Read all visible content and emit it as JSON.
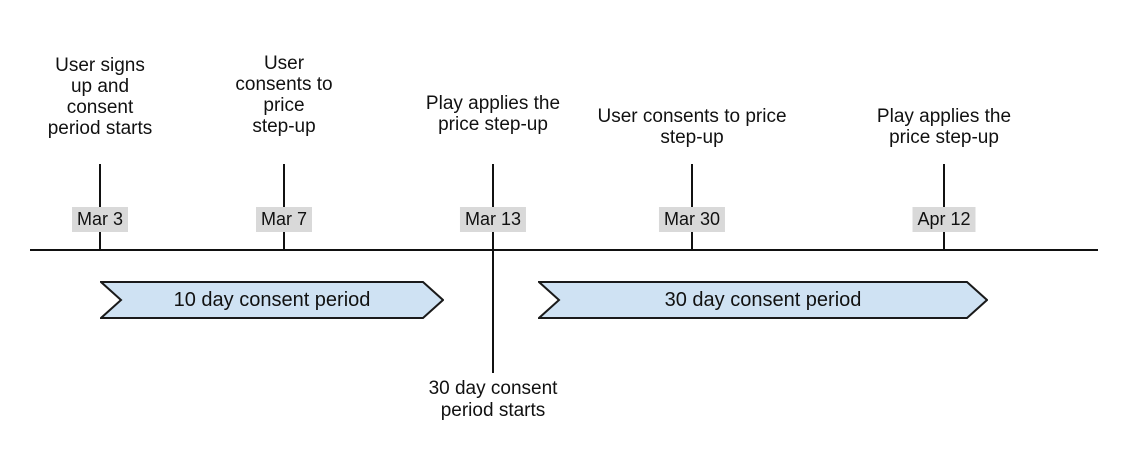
{
  "diagram": {
    "events": [
      {
        "date": "Mar 3",
        "label": "User signs\nup and\nconsent\nperiod starts"
      },
      {
        "date": "Mar 7",
        "label": "User\nconsents to\nprice\nstep-up"
      },
      {
        "date": "Mar 13",
        "label": "Play applies the\nprice step-up",
        "note_below": "30 day consent\nperiod starts"
      },
      {
        "date": "Mar 30",
        "label": "User consents to price\nstep-up"
      },
      {
        "date": "Apr 12",
        "label": "Play applies the\nprice step-up"
      }
    ],
    "periods": [
      {
        "label": "10 day consent period"
      },
      {
        "label": "30 day consent period"
      }
    ],
    "colors": {
      "period_fill": "#cfe2f3",
      "period_border": "#1a1a1a",
      "date_badge_bg": "#d9d9d9",
      "line": "#111111",
      "text": "#111111"
    }
  }
}
